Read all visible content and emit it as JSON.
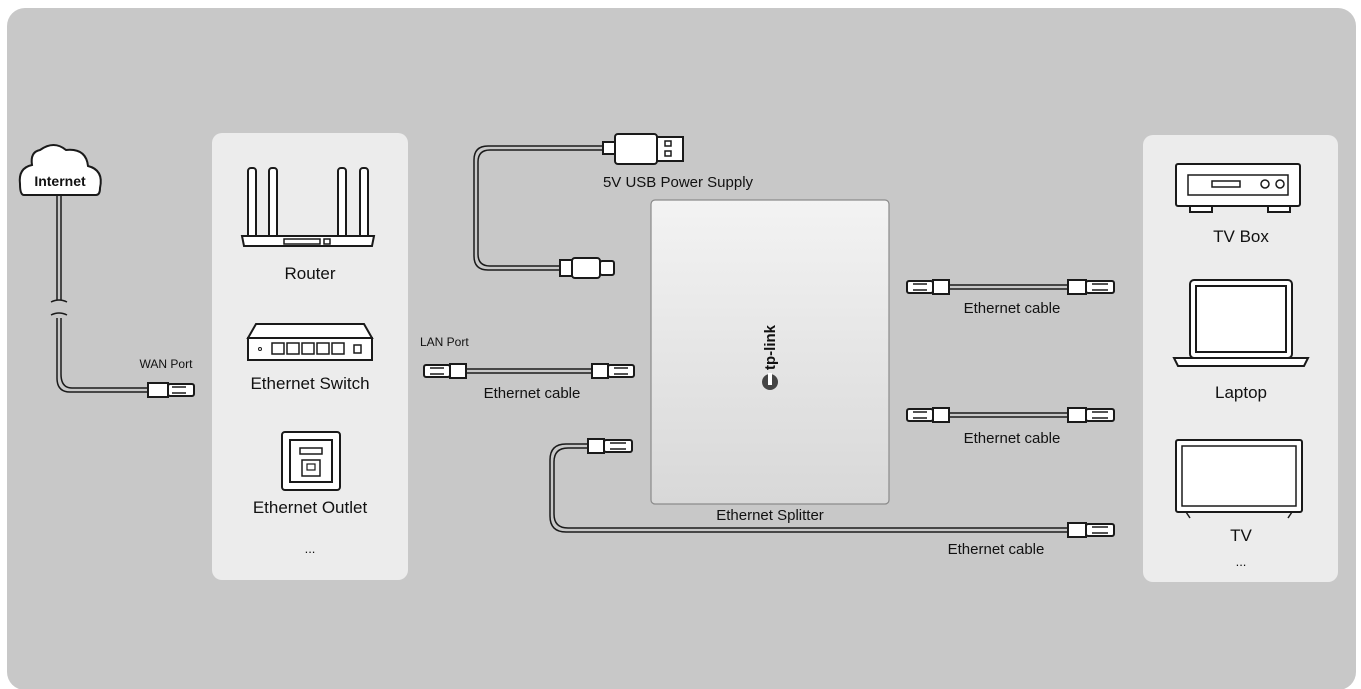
{
  "colors": {
    "background": "#c8c8c8",
    "panel": "#ececec",
    "splitter_top": "#f2f2f2",
    "splitter_bottom": "#d9d9d9",
    "line": "#1a1a1a"
  },
  "cloud": {
    "label": "Internet"
  },
  "ports": {
    "wan": "WAN Port",
    "lan": "LAN Port"
  },
  "sources": {
    "items": [
      {
        "label": "Router",
        "icon": "router-icon"
      },
      {
        "label": "Ethernet Switch",
        "icon": "switch-icon"
      },
      {
        "label": "Ethernet Outlet",
        "icon": "outlet-icon"
      }
    ],
    "more": "..."
  },
  "power": {
    "label": "5V USB Power Supply"
  },
  "splitter": {
    "label": "Ethernet Splitter",
    "brand": "tp-link"
  },
  "cables": {
    "input": "Ethernet cable",
    "out1": "Ethernet cable",
    "out2": "Ethernet cable",
    "out3": "Ethernet cable"
  },
  "devices": {
    "items": [
      {
        "label": "TV Box",
        "icon": "tv-box-icon"
      },
      {
        "label": "Laptop",
        "icon": "laptop-icon"
      },
      {
        "label": "TV",
        "icon": "tv-icon"
      }
    ],
    "more": "..."
  }
}
